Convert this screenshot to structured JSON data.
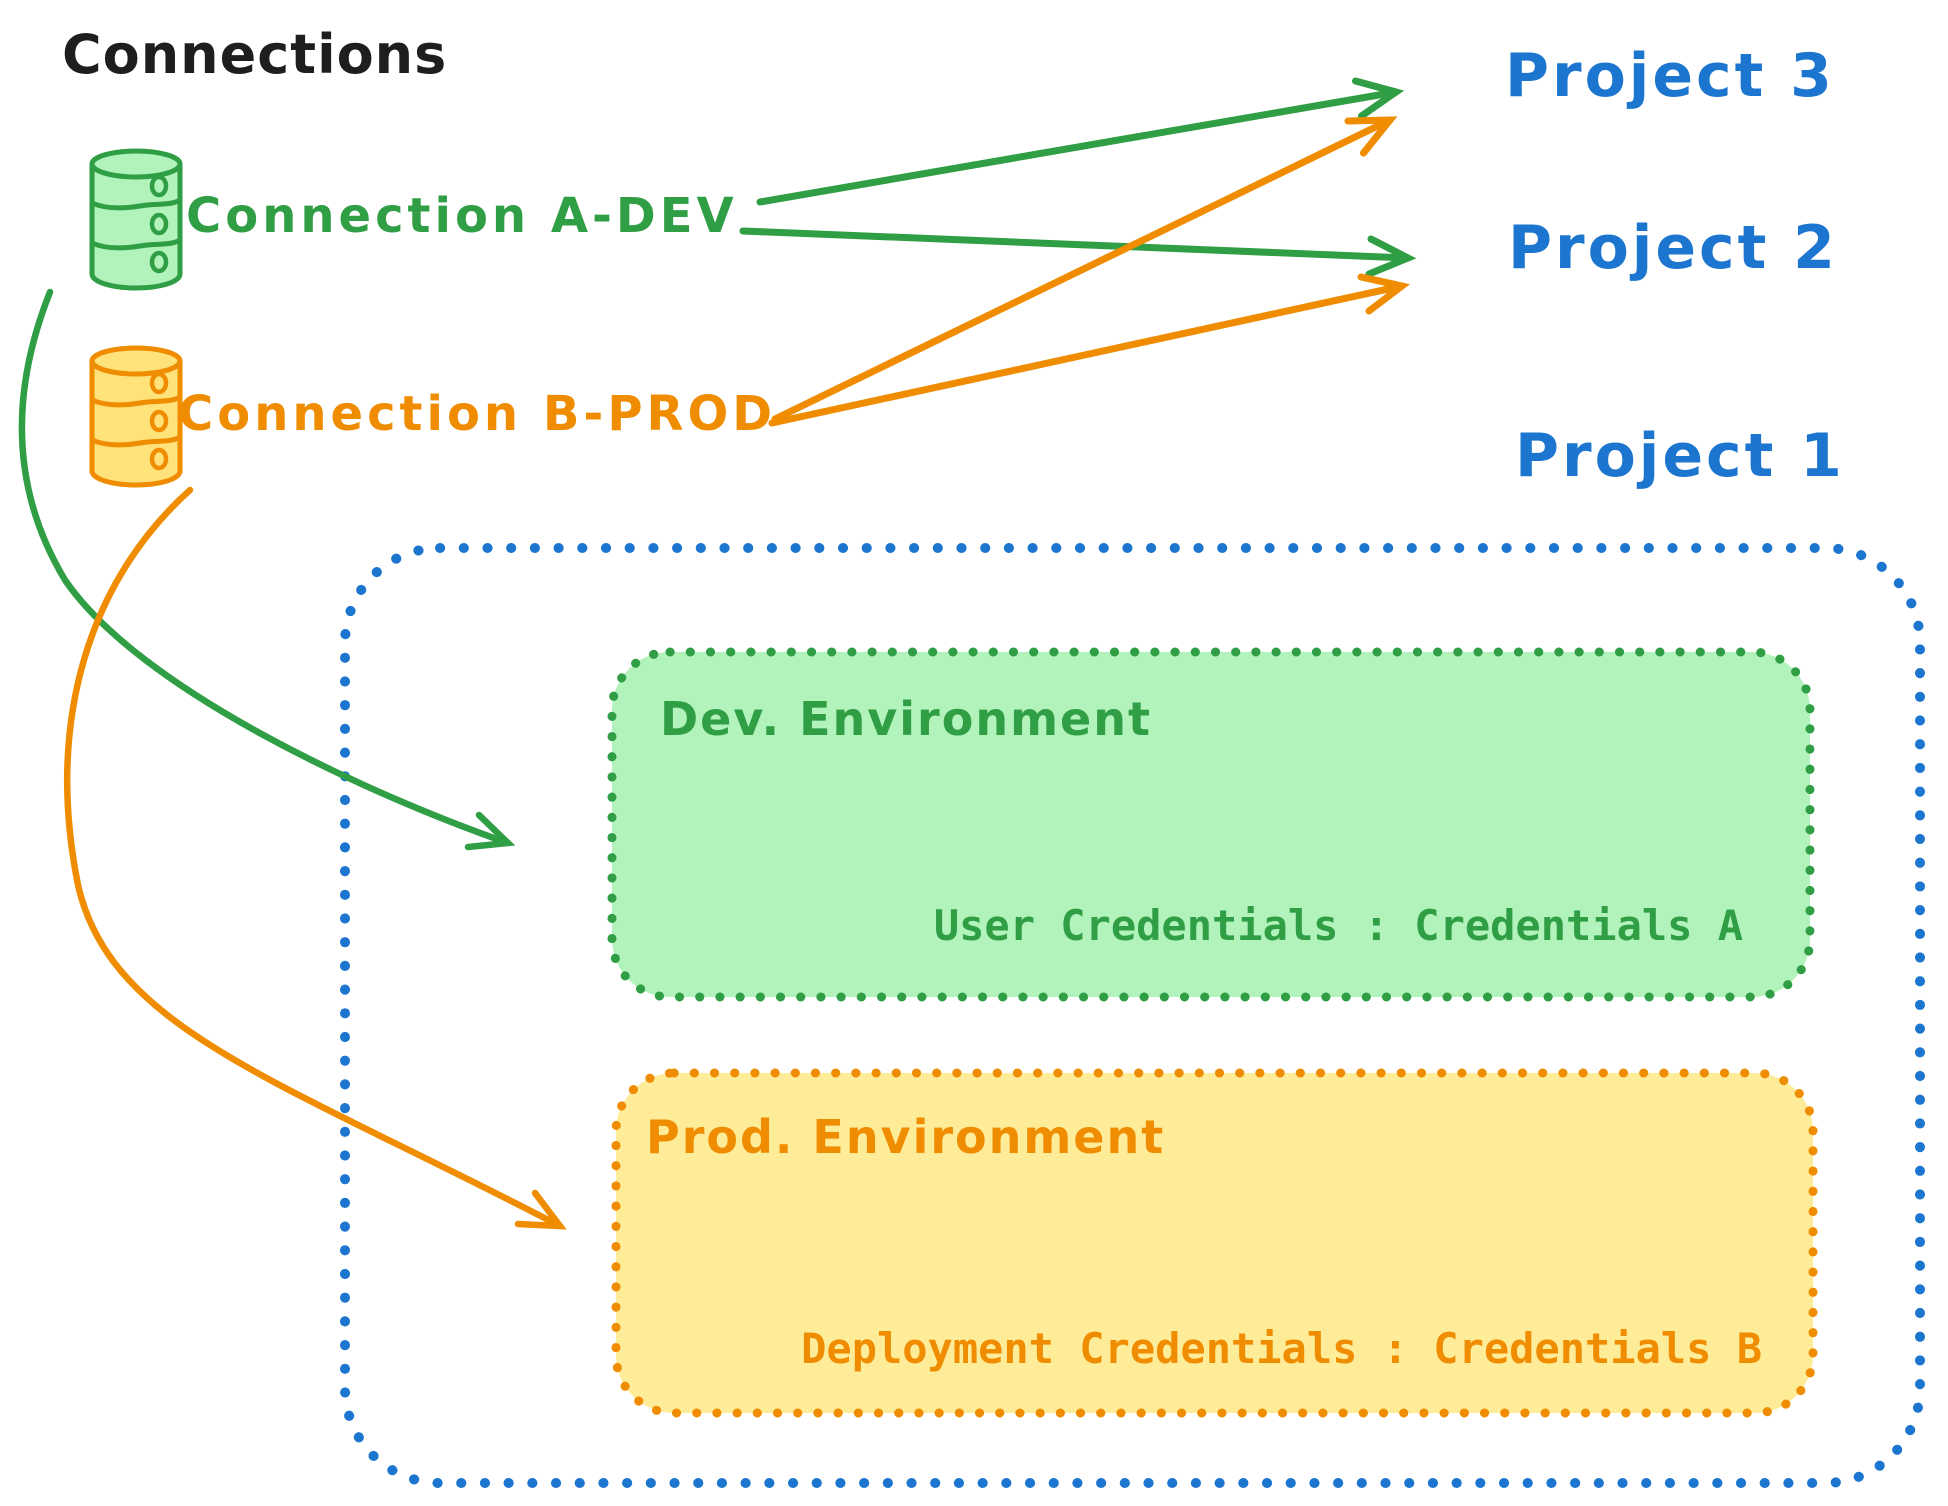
{
  "diagram_title": "Connections",
  "connections": [
    {
      "id": "a-dev",
      "label": "Connection A-DEV",
      "color": "#2f9e44",
      "targets": [
        "Project 3",
        "Project 2",
        "Dev. Environment"
      ]
    },
    {
      "id": "b-prod",
      "label": "Connection B-PROD",
      "color": "#f08c00",
      "targets": [
        "Project 3",
        "Project 2",
        "Prod. Environment"
      ]
    }
  ],
  "projects": [
    {
      "label": "Project 3"
    },
    {
      "label": "Project 2"
    },
    {
      "label": "Project 1"
    }
  ],
  "project1": {
    "environments": [
      {
        "title": "Dev. Environment",
        "credentials_line": "User Credentials : Credentials A",
        "accent": "#2f9e44",
        "fill": "#b2f2bb"
      },
      {
        "title": "Prod. Environment",
        "credentials_line": "Deployment Credentials : Credentials B",
        "accent": "#f08c00",
        "fill": "#ffec99"
      }
    ]
  },
  "colors": {
    "green_stroke": "#2f9e44",
    "green_fill": "#b2f2bb",
    "orange_stroke": "#f08c00",
    "orange_fill": "#ffec99",
    "orange_db_fill": "#ffe27a",
    "blue": "#1c76cf",
    "ink": "#1e1e1e",
    "background": "#ffffff"
  }
}
